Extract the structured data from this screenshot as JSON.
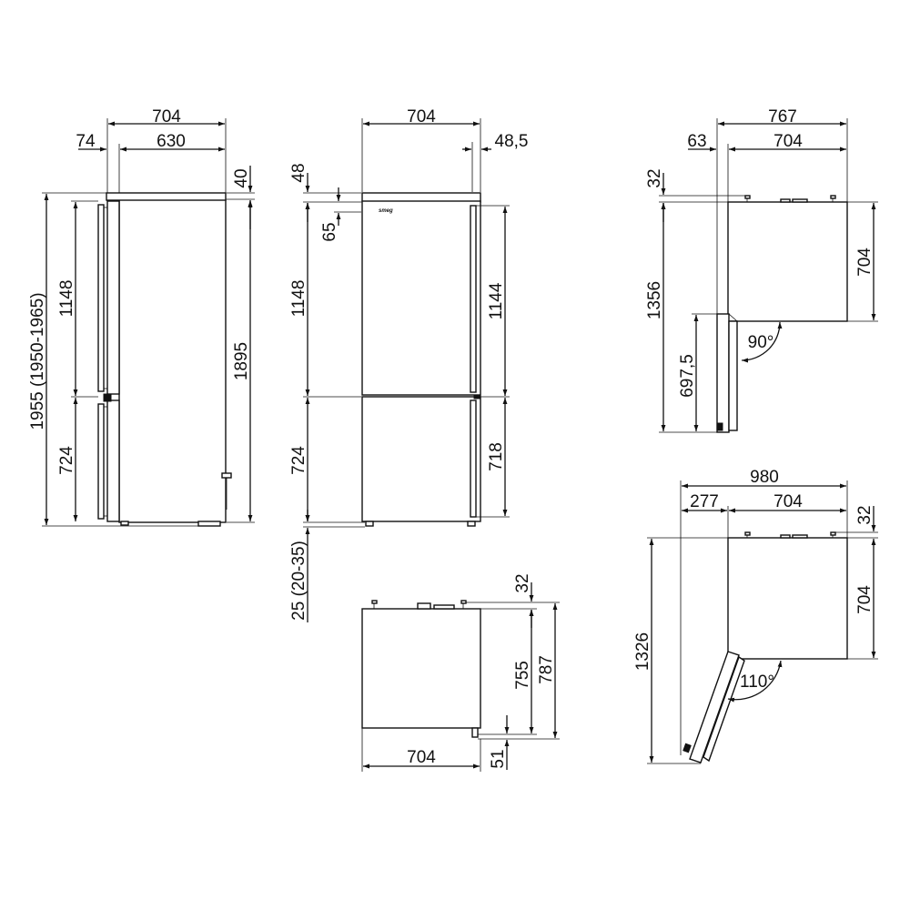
{
  "side_view": {
    "top_depth": "704",
    "door_offset": "74",
    "body_depth": "630",
    "top_gap": "40",
    "total_height": "1955 (1950-1965)",
    "upper_height": "1148",
    "lower_height": "724",
    "cabinet_height": "1895"
  },
  "front_view": {
    "width": "704",
    "side_gap": "48,5",
    "top_gap": "48",
    "hinge_gap": "65",
    "upper_height": "1148",
    "lower_height": "724",
    "feet_height": "25 (20-35)",
    "upper_door": "1144",
    "lower_door": "718",
    "brand": "smeg"
  },
  "top_view": {
    "top_gap": "32",
    "depth_755": "755",
    "depth_787": "787",
    "width": "704",
    "bottom_gap": "51"
  },
  "door_90": {
    "total_width": "767",
    "offset": "63",
    "width": "704",
    "top_gap": "32",
    "depth": "704",
    "open_depth": "1356",
    "door_depth": "697,5",
    "angle": "90°"
  },
  "door_110": {
    "total_width": "980",
    "offset": "277",
    "width": "704",
    "top_gap": "32",
    "depth": "704",
    "open_depth": "1326",
    "angle": "110°"
  }
}
